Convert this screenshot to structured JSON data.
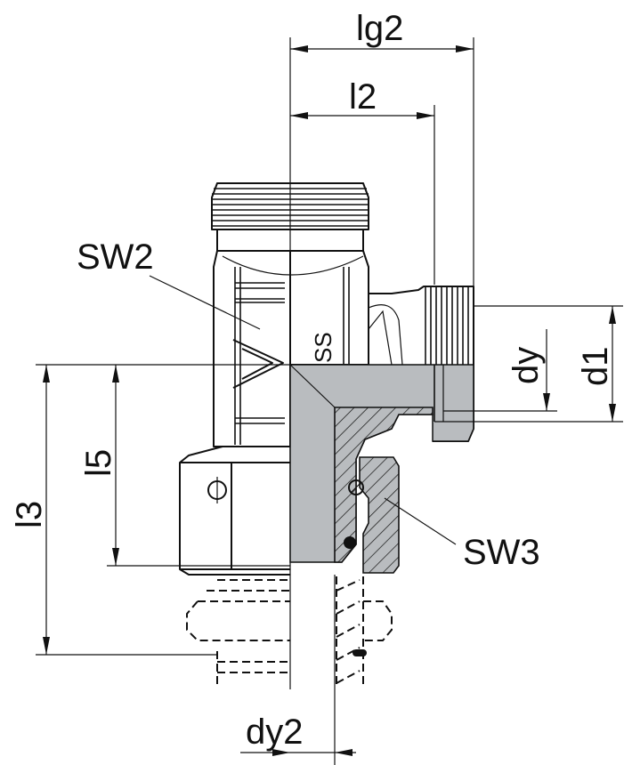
{
  "labels": {
    "lg2": "lg2",
    "l2": "l2",
    "sw2": "SW2",
    "sw3": "SW3",
    "dy": "dy",
    "d1": "d1",
    "l3": "l3",
    "l5": "l5",
    "dy2": "dy2",
    "marking": "SS"
  },
  "colors": {
    "section_fill": "#b9bcbf",
    "line": "#111111"
  }
}
